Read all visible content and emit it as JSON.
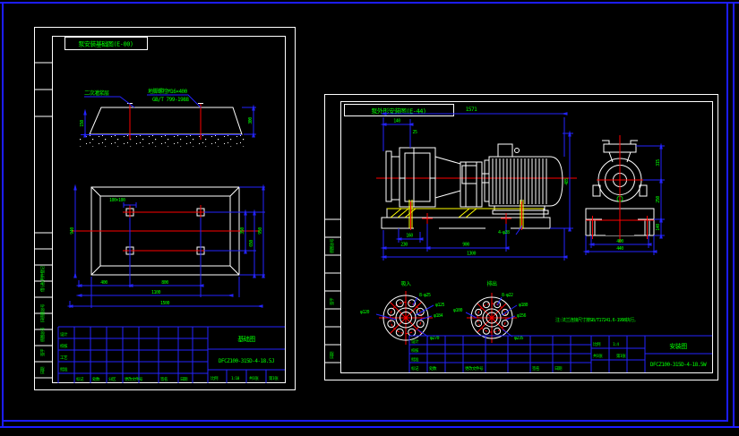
{
  "window": {
    "background": "#000000",
    "frame_color": "#1c1cff"
  },
  "palette": {
    "line": "#ffffff",
    "dimension": "#2424ff",
    "text": "#00ff00",
    "centerline": "#ff0000",
    "auxiliary": "#ffff00"
  },
  "sheet1": {
    "title": "泵安装基础图(E-00)",
    "strip": {
      "labels": [
        "借(通)用件登记",
        "旧底图总号",
        "底图总号",
        "签字",
        "日期"
      ]
    },
    "section": {
      "label_grout": "二次灌浆层",
      "label_bolt": "地脚螺栓M16×400",
      "label_std": "GB/T 799-1988",
      "dim_height": "300",
      "dim_depth": "150"
    },
    "plan": {
      "hole_label": "100×100",
      "dim_margin": "400",
      "dim_span": "800",
      "dim_inner": "1100",
      "dim_overall": "1500",
      "dim_rows": "350",
      "dim_mid": "650",
      "dim_height": "950",
      "dim_left": "940"
    },
    "titleblock": {
      "name": "基础图",
      "code": "DFCZ100-315D-4-18.5J",
      "labels": {
        "mark": "标记",
        "count": "处数",
        "zone": "分区",
        "file": "更改文件号",
        "sign": "签名",
        "date": "日期",
        "design": "设计",
        "check": "校核",
        "process": "工艺",
        "approve": "批准",
        "scale_label": "比例",
        "scale": "1:10",
        "sheets": "共1张",
        "page": "第1张"
      }
    }
  },
  "sheet2": {
    "title": "泵外形安装图(E-44)",
    "side": {
      "dim_total": "1571",
      "dim_140": "140",
      "dim_25": "25",
      "dim_height": "485",
      "dim_160": "160",
      "dim_230": "230",
      "dim_span": "900",
      "dim_overall": "1300",
      "bolt_label": "4-φ28"
    },
    "end": {
      "dim_top": "315",
      "dim_mid": "250",
      "dim_low": "140",
      "dim_feet": "400",
      "dim_base": "440"
    },
    "flange_in": {
      "header": "吸入",
      "holes": "8-φ25",
      "d1": "φ125",
      "d2": "φ184",
      "d3": "φ270",
      "d4": "φ120"
    },
    "flange_out": {
      "header": "排出",
      "holes": "8-φ22",
      "d1": "φ180",
      "d2": "φ156",
      "d3": "φ235",
      "d4": "φ100"
    },
    "note": "注:法兰连接尺寸按GB/T17241.6-1998执行。",
    "strip": {
      "labels": [
        "底图总号",
        "签字",
        "日期"
      ]
    },
    "titleblock": {
      "name": "安装图",
      "code": "DFCZ100-315D-4-18.5W",
      "labels": {
        "mark": "标记",
        "count": "处数",
        "file": "更改文件号",
        "sign": "签名",
        "date": "日期",
        "design": "设计",
        "check": "校核",
        "approve": "批准",
        "scale_label": "比例",
        "scale": "1:4",
        "sheets": "共1张",
        "page": "第1张"
      }
    }
  }
}
